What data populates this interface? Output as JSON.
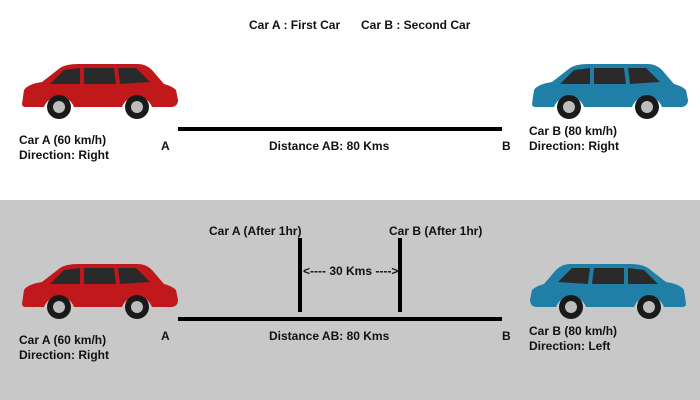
{
  "legend": {
    "car_a": "Car A : First Car",
    "car_b": "Car B : Second Car"
  },
  "colors": {
    "car_a": "#c0181b",
    "car_b": "#1f7fa6",
    "bottom_bg": "#c8c8c8"
  },
  "top": {
    "car_a_label": "Car A (60 km/h)",
    "car_a_direction": "Direction: Right",
    "car_b_label": "Car B (80 km/h)",
    "car_b_direction": "Direction: Right",
    "point_a": "A",
    "point_b": "B",
    "distance": "Distance AB: 80 Kms"
  },
  "bottom": {
    "car_a_label": "Car A (60 km/h)",
    "car_a_direction": "Direction: Right",
    "car_b_label": "Car B (80 km/h)",
    "car_b_direction": "Direction: Left",
    "point_a": "A",
    "point_b": "B",
    "distance": "Distance AB: 80 Kms",
    "marker_a": "Car A (After 1hr)",
    "marker_b": "Car B (After 1hr)",
    "gap": "<---- 30 Kms ---->"
  }
}
